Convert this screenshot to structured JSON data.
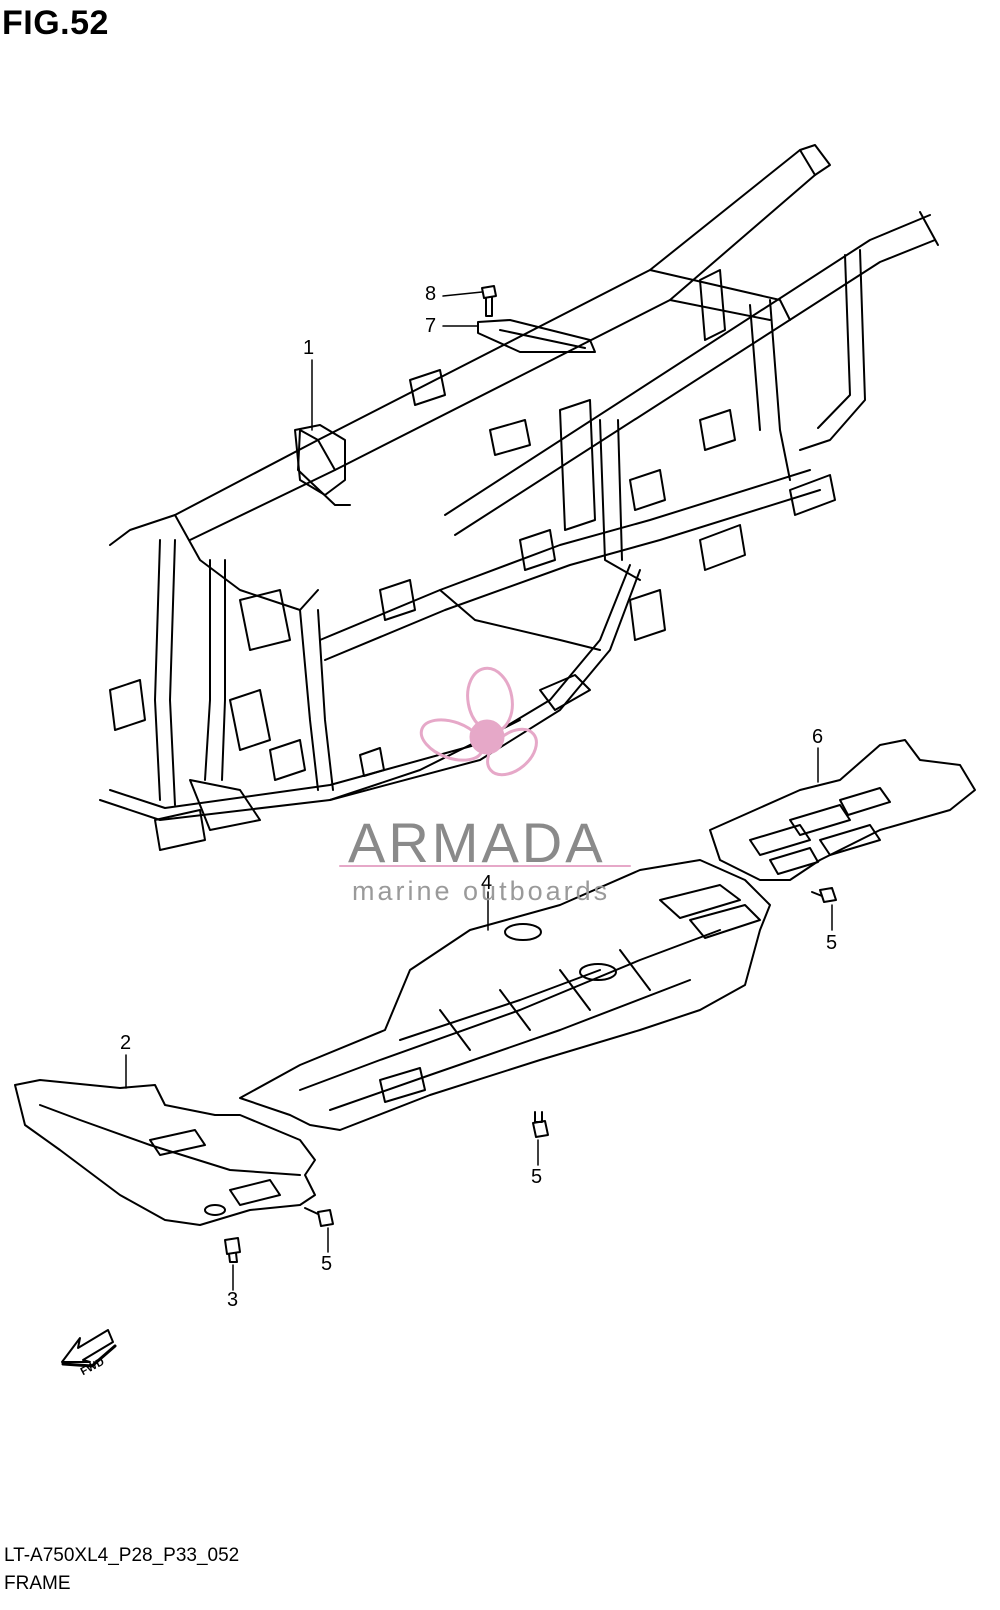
{
  "figure": {
    "title": "FIG.52"
  },
  "callouts": [
    {
      "id": "1",
      "label": "1"
    },
    {
      "id": "2",
      "label": "2"
    },
    {
      "id": "3",
      "label": "3"
    },
    {
      "id": "4",
      "label": "4"
    },
    {
      "id": "5a",
      "label": "5"
    },
    {
      "id": "5b",
      "label": "5"
    },
    {
      "id": "5c",
      "label": "5"
    },
    {
      "id": "6",
      "label": "6"
    },
    {
      "id": "7",
      "label": "7"
    },
    {
      "id": "8",
      "label": "8"
    }
  ],
  "watermark": {
    "brand": "ARMADA",
    "tagline": "marine outboards",
    "color": "#e6a8c8"
  },
  "direction_marker": {
    "label": "FWD",
    "icon": "fwd-arrow-icon"
  },
  "footer": {
    "code": "LT-A750XL4_P28_P33_052",
    "name": "FRAME"
  }
}
